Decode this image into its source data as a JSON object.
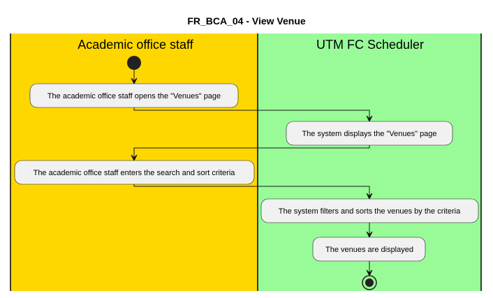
{
  "title": "FR_BCA_04 - View Venue",
  "lanes": [
    {
      "label": "Academic office staff",
      "color": "#FFD700"
    },
    {
      "label": "UTM FC Scheduler",
      "color": "#98FB98"
    }
  ],
  "nodes": [
    {
      "id": "n1",
      "lane": 0,
      "label": "The academic office staff opens the \"Venues\" page"
    },
    {
      "id": "n2",
      "lane": 1,
      "label": "The system displays the \"Venues\" page"
    },
    {
      "id": "n3",
      "lane": 0,
      "label": "The academic office staff enters the search and sort criteria"
    },
    {
      "id": "n4",
      "lane": 1,
      "label": "The system filters and sorts the venues by the criteria"
    },
    {
      "id": "n5",
      "lane": 1,
      "label": "The venues are displayed"
    }
  ],
  "flow": [
    "start",
    "n1",
    "n2",
    "n3",
    "n4",
    "n5",
    "end"
  ],
  "colors": {
    "node_fill": "#F1F1F1",
    "node_stroke": "#181818"
  }
}
